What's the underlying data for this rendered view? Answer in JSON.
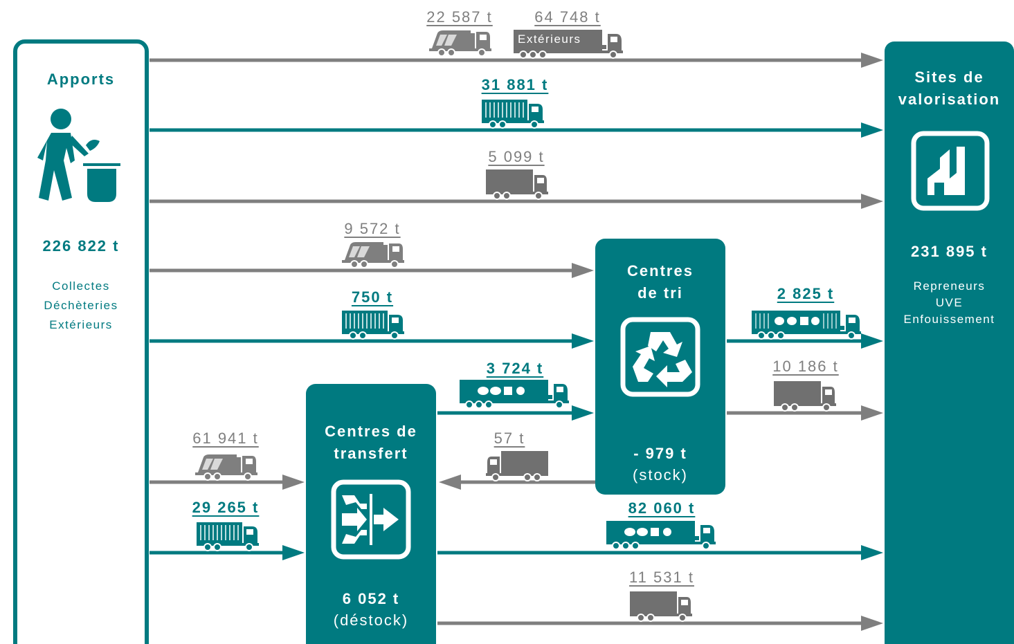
{
  "colors": {
    "teal": "#007a80",
    "grey": "#7f7f7f",
    "dark_grey": "#707070",
    "white": "#ffffff"
  },
  "apports": {
    "title": "Apports",
    "icon": "person-throwing-trash-icon",
    "total": "226 822 t",
    "desc": [
      "Collectes",
      "Déchèteries",
      "Extérieurs"
    ]
  },
  "sites": {
    "title": [
      "Sites de",
      "valorisation"
    ],
    "icon": "factory-icon",
    "total": "231 895 t",
    "desc": [
      "Repreneurs",
      "UVE",
      "Enfouissement"
    ]
  },
  "tri": {
    "title": [
      "Centres",
      "de tri"
    ],
    "icon": "recycle-icon",
    "total": "- 979 t",
    "note": "(stock)"
  },
  "transfert": {
    "title": [
      "Centres de",
      "transfert"
    ],
    "icon": "transfer-icon",
    "total": "6 052 t",
    "note": "(déstock)"
  },
  "flows": {
    "f1a": {
      "label": "22 587 t",
      "truck": "garbage-truck-icon"
    },
    "f1b": {
      "label": "64 748 t",
      "truck": "semi-truck-icon",
      "badge": "Extérieurs"
    },
    "f2": {
      "label": "31 881 t",
      "truck": "container-truck-icon"
    },
    "f3": {
      "label": "5 099 t",
      "truck": "box-truck-icon"
    },
    "f4": {
      "label": "9 572 t",
      "truck": "garbage-truck-icon"
    },
    "f5": {
      "label": "750 t",
      "truck": "container-truck-icon"
    },
    "f6": {
      "label": "2 825 t",
      "truck": "sorted-materials-semi-icon"
    },
    "f7": {
      "label": "10 186 t",
      "truck": "box-truck-icon"
    },
    "f8": {
      "label": "3 724 t",
      "truck": "sorted-materials-semi-icon"
    },
    "f9": {
      "label": "57 t",
      "truck": "box-truck-reversed-icon"
    },
    "f10": {
      "label": "61 941 t",
      "truck": "garbage-truck-icon"
    },
    "f11": {
      "label": "29 265 t",
      "truck": "container-truck-icon"
    },
    "f12": {
      "label": "82 060 t",
      "truck": "sorted-materials-semi-icon"
    },
    "f13": {
      "label": "11 531 t",
      "truck": "box-truck-icon"
    }
  }
}
